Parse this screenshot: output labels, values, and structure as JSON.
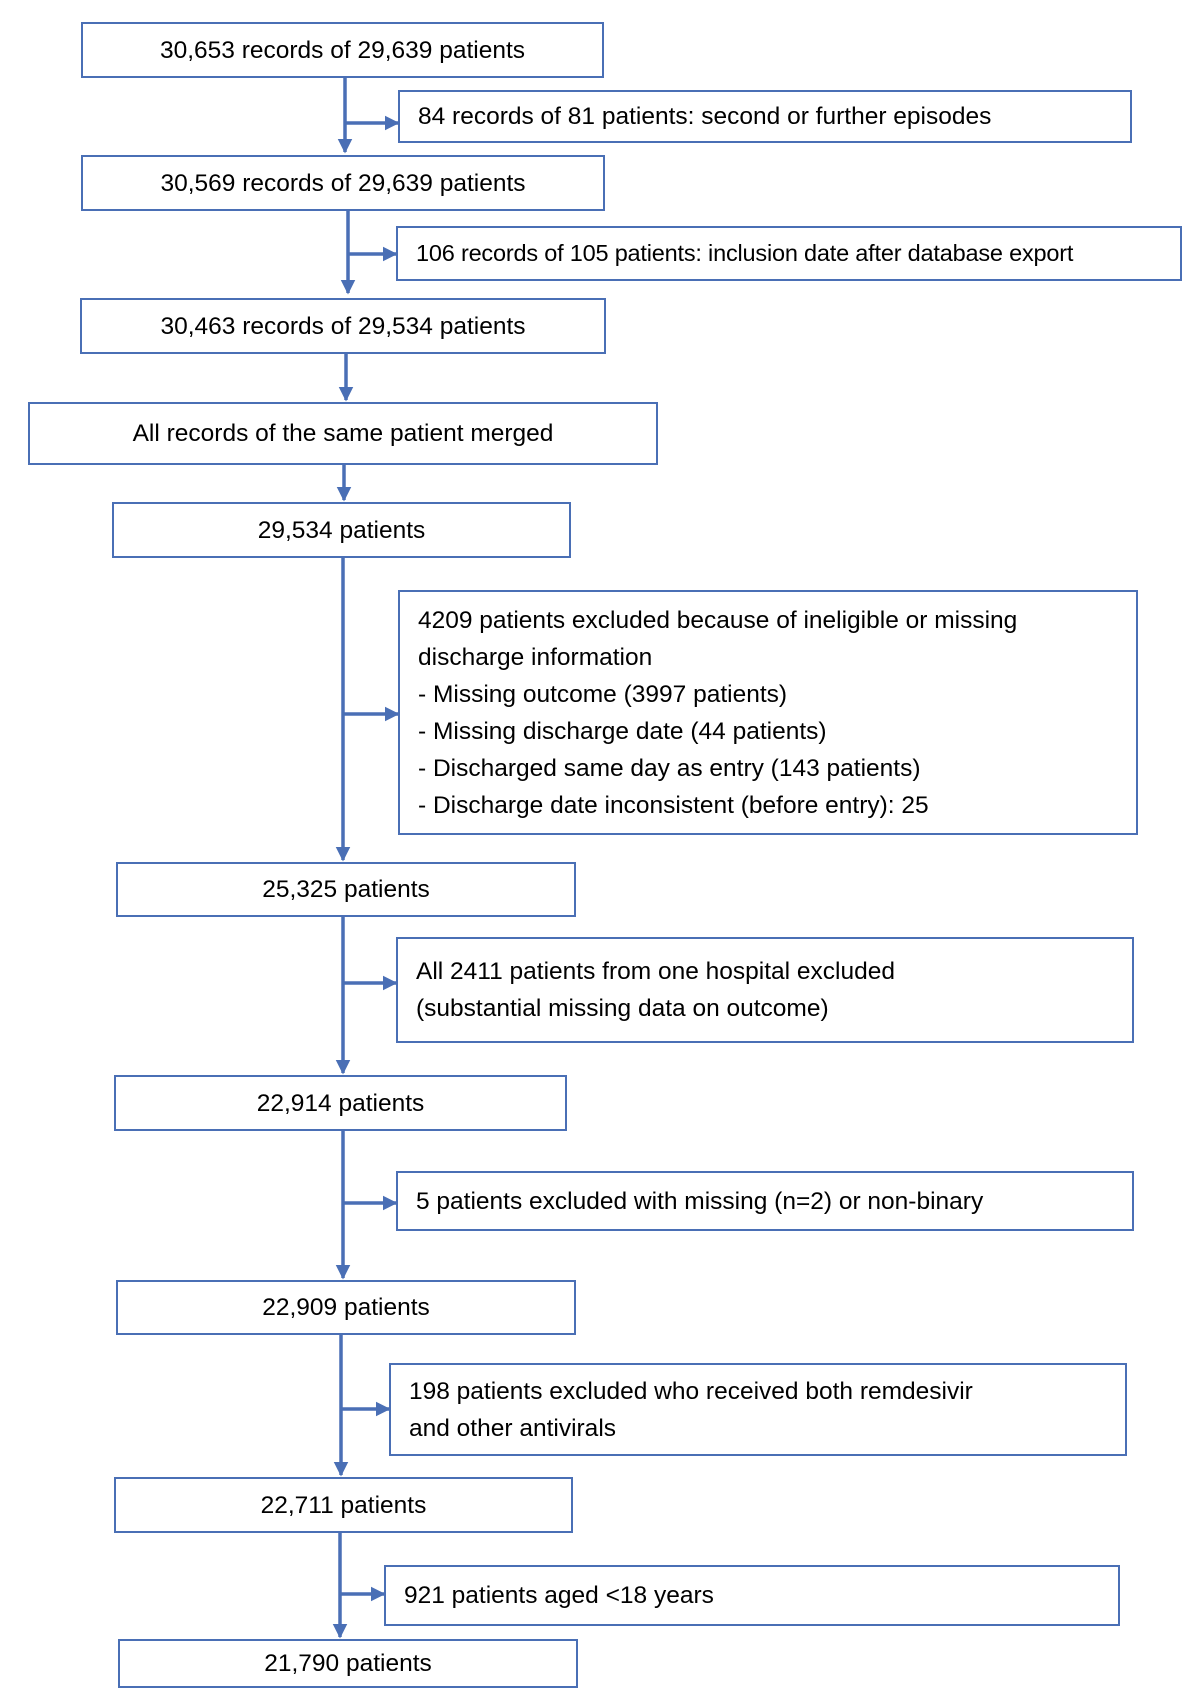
{
  "colors": {
    "box_border": "#4a6fb5",
    "arrow": "#4a6fb5",
    "text": "#000000",
    "background": "#ffffff"
  },
  "main_steps": [
    "30,653 records of 29,639 patients",
    "30,569 records of 29,639 patients",
    "30,463 records of 29,534 patients",
    "All records of the same patient merged",
    "29,534 patients",
    "25,325 patients",
    "22,914 patients",
    "22,909 patients",
    "22,711 patients",
    "21,790 patients"
  ],
  "exclusions": [
    {
      "lines": [
        "84 records of 81 patients: second or further episodes"
      ]
    },
    {
      "lines": [
        "106 records of 105 patients: inclusion date after database export"
      ]
    },
    {
      "lines": [
        "4209 patients excluded because of ineligible or missing",
        "discharge information",
        "- Missing outcome (3997 patients)",
        "- Missing discharge date (44 patients)",
        "- Discharged same day as entry (143 patients)",
        "- Discharge date inconsistent (before entry): 25"
      ]
    },
    {
      "lines": [
        "All 2411 patients from one hospital excluded",
        "(substantial missing data on outcome)"
      ]
    },
    {
      "lines": [
        "5 patients excluded with missing (n=2) or non-binary"
      ]
    },
    {
      "lines": [
        "198 patients excluded who received both remdesivir",
        "and other antivirals"
      ]
    },
    {
      "lines": [
        "921 patients aged <18 years"
      ]
    }
  ]
}
